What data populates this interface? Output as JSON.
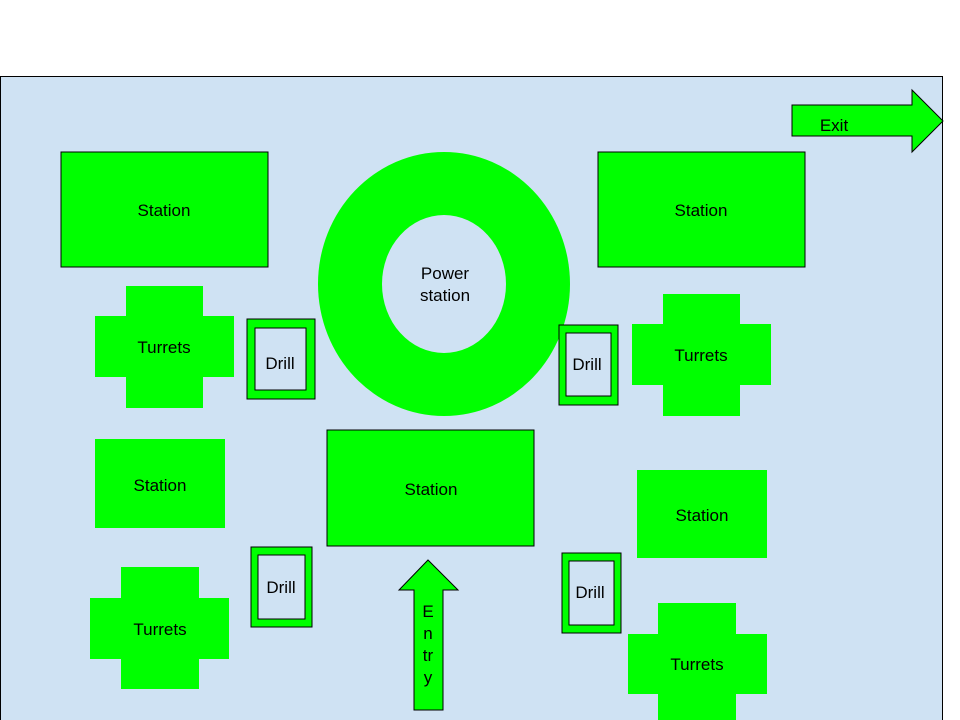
{
  "colors": {
    "background": "#cfe2f3",
    "shape_fill": "#00ff00",
    "drill_inner": "#cfe2f3",
    "outline": "#000000"
  },
  "labels": {
    "exit": "Exit",
    "power_station": [
      "Power",
      "station"
    ],
    "station_top_left": "Station",
    "station_top_right": "Station",
    "station_mid_left": "Station",
    "station_center": "Station",
    "station_mid_right": "Station",
    "turrets_upper_left": "Turrets",
    "turrets_upper_right": "Turrets",
    "turrets_lower_left": "Turrets",
    "turrets_lower_right": "Turrets",
    "drill_upper_left": "Drill",
    "drill_upper_right": "Drill",
    "drill_lower_left": "Drill",
    "drill_lower_right": "Drill",
    "entry": [
      "E",
      "n",
      "tr",
      "y"
    ]
  }
}
